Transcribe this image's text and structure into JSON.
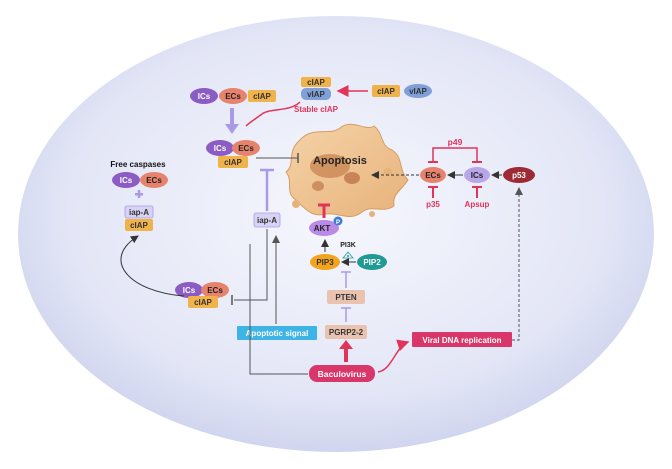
{
  "labels": {
    "ics": "ICs",
    "ecs": "ECs",
    "ciap": "cIAP",
    "viap": "vIAP",
    "stable_ciap": "Stable cIAP",
    "free_caspases": "Free caspases",
    "iap_a": "iap-A",
    "apoptosis": "Apoptosis",
    "p49": "p49",
    "p35": "p35",
    "apsup": "Apsup",
    "p53": "p53",
    "akt": "AKT",
    "p": "P",
    "pi3k": "PI3K",
    "pip3": "PIP3",
    "pip2": "PIP2",
    "pten": "PTEN",
    "pgrp": "PGRP2-2",
    "apoptotic_signal": "Apoptotic signal",
    "viral_dna": "Viral DNA replication",
    "baculovirus": "Baculovirus"
  },
  "colors": {
    "background_cell": "#d4d9f1",
    "ics": "#8a5cc4",
    "ecs": "#e7836c",
    "ciap": "#f0b24a",
    "viap": "#7f9fd8",
    "inhibit_red": "#e0345a",
    "lavender": "#a99ae8",
    "p53": "#9e2a36",
    "pip3": "#f2a51c",
    "pip2": "#1f9a94",
    "pten": "#e7c3b2",
    "apoptotic_signal": "#3eb3e6",
    "baculovirus": "#d9366a"
  }
}
